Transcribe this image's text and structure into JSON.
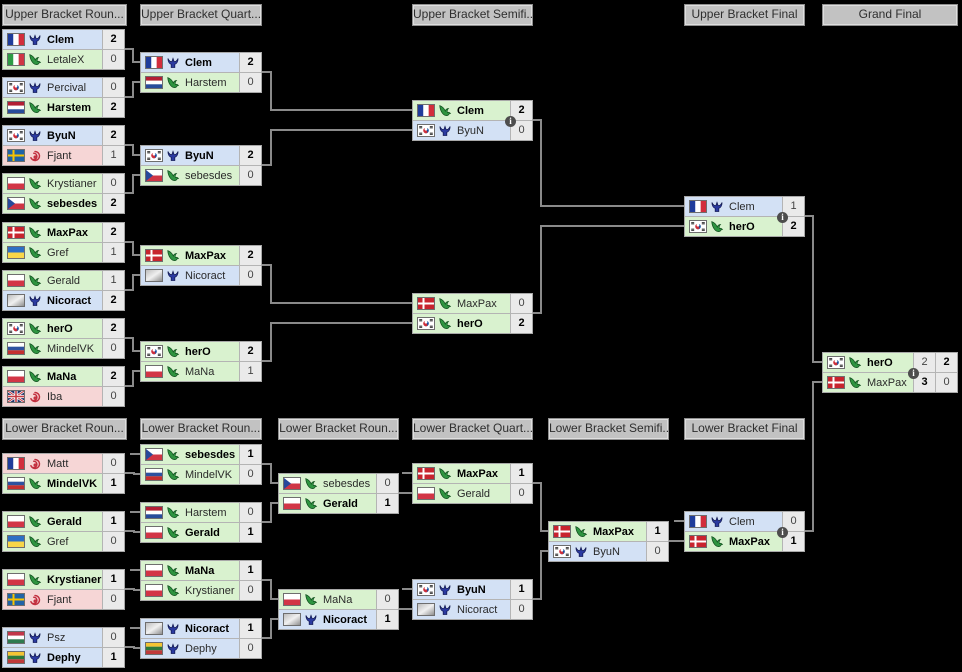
{
  "headers": {
    "ub_r1": "Upper Bracket Roun...",
    "ub_qf": "Upper Bracket Quart...",
    "ub_sf": "Upper Bracket Semifi...",
    "ub_f": "Upper Bracket Final",
    "gf": "Grand Final",
    "lb_r1": "Lower Bracket Roun...",
    "lb_r2": "Lower Bracket Roun...",
    "lb_r3": "Lower Bracket Roun...",
    "lb_qf": "Lower Bracket Quart...",
    "lb_sf": "Lower Bracket Semifi...",
    "lb_f": "Lower Bracket Final"
  },
  "colors": {
    "background": "#000000",
    "terran_row": "#d3e1f5",
    "protoss_row": "#d9f2cf",
    "random_row": "#f6d6d6",
    "score_cell": "#eaeaea",
    "connector": "#8a8a8a",
    "header_bg": "#c2c2c2",
    "info_icon": "#4d4d4d"
  },
  "info_icon_glyph": "i",
  "matches": {
    "ub_r1_m1": {
      "info": false,
      "players": [
        {
          "name": "Clem",
          "flag": "fr",
          "race": "terran",
          "winner": true,
          "scores": [
            "2"
          ],
          "score_bold": [
            true
          ]
        },
        {
          "name": "LetaleX",
          "flag": "it",
          "race": "protoss",
          "winner": false,
          "scores": [
            "0"
          ],
          "score_bold": [
            false
          ]
        }
      ]
    },
    "ub_r1_m2": {
      "info": false,
      "players": [
        {
          "name": "Percival",
          "flag": "kr",
          "race": "terran",
          "winner": false,
          "scores": [
            "0"
          ],
          "score_bold": [
            false
          ]
        },
        {
          "name": "Harstem",
          "flag": "nl",
          "race": "protoss",
          "winner": true,
          "scores": [
            "2"
          ],
          "score_bold": [
            true
          ]
        }
      ]
    },
    "ub_r1_m3": {
      "info": false,
      "players": [
        {
          "name": "ByuN",
          "flag": "kr",
          "race": "terran",
          "winner": true,
          "scores": [
            "2"
          ],
          "score_bold": [
            true
          ]
        },
        {
          "name": "Fjant",
          "flag": "se",
          "race": "random",
          "winner": false,
          "scores": [
            "1"
          ],
          "score_bold": [
            false
          ]
        }
      ]
    },
    "ub_r1_m4": {
      "info": false,
      "players": [
        {
          "name": "Krystianer",
          "flag": "pl",
          "race": "protoss",
          "winner": false,
          "scores": [
            "0"
          ],
          "score_bold": [
            false
          ]
        },
        {
          "name": "sebesdes",
          "flag": "cz",
          "race": "protoss",
          "winner": true,
          "scores": [
            "2"
          ],
          "score_bold": [
            true
          ]
        }
      ]
    },
    "ub_r1_m5": {
      "info": false,
      "players": [
        {
          "name": "MaxPax",
          "flag": "dk",
          "race": "protoss",
          "winner": true,
          "scores": [
            "2"
          ],
          "score_bold": [
            true
          ]
        },
        {
          "name": "Gref",
          "flag": "ua",
          "race": "protoss",
          "winner": false,
          "scores": [
            "1"
          ],
          "score_bold": [
            false
          ]
        }
      ]
    },
    "ub_r1_m6": {
      "info": false,
      "players": [
        {
          "name": "Gerald",
          "flag": "pl",
          "race": "protoss",
          "winner": false,
          "scores": [
            "1"
          ],
          "score_bold": [
            false
          ]
        },
        {
          "name": "Nicoract",
          "flag": "xx",
          "race": "terran",
          "winner": true,
          "scores": [
            "2"
          ],
          "score_bold": [
            true
          ]
        }
      ]
    },
    "ub_r1_m7": {
      "info": false,
      "players": [
        {
          "name": "herO",
          "flag": "kr",
          "race": "protoss",
          "winner": true,
          "scores": [
            "2"
          ],
          "score_bold": [
            true
          ]
        },
        {
          "name": "MindelVK",
          "flag": "ru",
          "race": "protoss",
          "winner": false,
          "scores": [
            "0"
          ],
          "score_bold": [
            false
          ]
        }
      ]
    },
    "ub_r1_m8": {
      "info": false,
      "players": [
        {
          "name": "MaNa",
          "flag": "pl",
          "race": "protoss",
          "winner": true,
          "scores": [
            "2"
          ],
          "score_bold": [
            true
          ]
        },
        {
          "name": "Iba",
          "flag": "gb",
          "race": "random",
          "winner": false,
          "scores": [
            "0"
          ],
          "score_bold": [
            false
          ]
        }
      ]
    },
    "ub_qf_m1": {
      "info": false,
      "players": [
        {
          "name": "Clem",
          "flag": "fr",
          "race": "terran",
          "winner": true,
          "scores": [
            "2"
          ],
          "score_bold": [
            true
          ]
        },
        {
          "name": "Harstem",
          "flag": "nl",
          "race": "protoss",
          "winner": false,
          "scores": [
            "0"
          ],
          "score_bold": [
            false
          ]
        }
      ]
    },
    "ub_qf_m2": {
      "info": false,
      "players": [
        {
          "name": "ByuN",
          "flag": "kr",
          "race": "terran",
          "winner": true,
          "scores": [
            "2"
          ],
          "score_bold": [
            true
          ]
        },
        {
          "name": "sebesdes",
          "flag": "cz",
          "race": "protoss",
          "winner": false,
          "scores": [
            "0"
          ],
          "score_bold": [
            false
          ]
        }
      ]
    },
    "ub_qf_m3": {
      "info": false,
      "players": [
        {
          "name": "MaxPax",
          "flag": "dk",
          "race": "protoss",
          "winner": true,
          "scores": [
            "2"
          ],
          "score_bold": [
            true
          ]
        },
        {
          "name": "Nicoract",
          "flag": "xx",
          "race": "terran",
          "winner": false,
          "scores": [
            "0"
          ],
          "score_bold": [
            false
          ]
        }
      ]
    },
    "ub_qf_m4": {
      "info": false,
      "players": [
        {
          "name": "herO",
          "flag": "kr",
          "race": "protoss",
          "winner": true,
          "scores": [
            "2"
          ],
          "score_bold": [
            true
          ]
        },
        {
          "name": "MaNa",
          "flag": "pl",
          "race": "protoss",
          "winner": false,
          "scores": [
            "1"
          ],
          "score_bold": [
            false
          ]
        }
      ]
    },
    "ub_sf_m1": {
      "info": true,
      "players": [
        {
          "name": "Clem",
          "flag": "fr",
          "race": "protoss",
          "winner": true,
          "scores": [
            "2"
          ],
          "score_bold": [
            true
          ]
        },
        {
          "name": "ByuN",
          "flag": "kr",
          "race": "terran",
          "winner": false,
          "scores": [
            "0"
          ],
          "score_bold": [
            false
          ]
        }
      ]
    },
    "ub_sf_m2": {
      "info": false,
      "players": [
        {
          "name": "MaxPax",
          "flag": "dk",
          "race": "protoss",
          "winner": false,
          "scores": [
            "0"
          ],
          "score_bold": [
            false
          ]
        },
        {
          "name": "herO",
          "flag": "kr",
          "race": "protoss",
          "winner": true,
          "scores": [
            "2"
          ],
          "score_bold": [
            true
          ]
        }
      ]
    },
    "ub_f": {
      "info": true,
      "players": [
        {
          "name": "Clem",
          "flag": "fr",
          "race": "terran",
          "winner": false,
          "scores": [
            "1"
          ],
          "score_bold": [
            false
          ]
        },
        {
          "name": "herO",
          "flag": "kr",
          "race": "protoss",
          "winner": true,
          "scores": [
            "2"
          ],
          "score_bold": [
            true
          ]
        }
      ]
    },
    "gf": {
      "info": true,
      "players": [
        {
          "name": "herO",
          "flag": "kr",
          "race": "protoss",
          "winner": true,
          "scores": [
            "2",
            "2"
          ],
          "score_bold": [
            false,
            true
          ]
        },
        {
          "name": "MaxPax",
          "flag": "dk",
          "race": "protoss",
          "winner": false,
          "scores": [
            "3",
            "0"
          ],
          "score_bold": [
            true,
            false
          ]
        }
      ]
    },
    "lb_r1_m1": {
      "info": false,
      "players": [
        {
          "name": "Matt",
          "flag": "fr",
          "race": "random",
          "winner": false,
          "scores": [
            "0"
          ],
          "score_bold": [
            false
          ]
        },
        {
          "name": "MindelVK",
          "flag": "ru",
          "race": "protoss",
          "winner": true,
          "scores": [
            "1"
          ],
          "score_bold": [
            true
          ]
        }
      ]
    },
    "lb_r1_m2": {
      "info": false,
      "players": [
        {
          "name": "Gerald",
          "flag": "pl",
          "race": "protoss",
          "winner": true,
          "scores": [
            "1"
          ],
          "score_bold": [
            true
          ]
        },
        {
          "name": "Gref",
          "flag": "ua",
          "race": "protoss",
          "winner": false,
          "scores": [
            "0"
          ],
          "score_bold": [
            false
          ]
        }
      ]
    },
    "lb_r1_m3": {
      "info": false,
      "players": [
        {
          "name": "Krystianer",
          "flag": "pl",
          "race": "protoss",
          "winner": true,
          "scores": [
            "1"
          ],
          "score_bold": [
            true
          ]
        },
        {
          "name": "Fjant",
          "flag": "se",
          "race": "random",
          "winner": false,
          "scores": [
            "0"
          ],
          "score_bold": [
            false
          ]
        }
      ]
    },
    "lb_r1_m4": {
      "info": false,
      "players": [
        {
          "name": "Psz",
          "flag": "hu",
          "race": "terran",
          "winner": false,
          "scores": [
            "0"
          ],
          "score_bold": [
            false
          ]
        },
        {
          "name": "Dephy",
          "flag": "lt",
          "race": "terran",
          "winner": true,
          "scores": [
            "1"
          ],
          "score_bold": [
            true
          ]
        }
      ]
    },
    "lb_r2_m1": {
      "info": false,
      "players": [
        {
          "name": "sebesdes",
          "flag": "cz",
          "race": "protoss",
          "winner": true,
          "scores": [
            "1"
          ],
          "score_bold": [
            true
          ]
        },
        {
          "name": "MindelVK",
          "flag": "ru",
          "race": "protoss",
          "winner": false,
          "scores": [
            "0"
          ],
          "score_bold": [
            false
          ]
        }
      ]
    },
    "lb_r2_m2": {
      "info": false,
      "players": [
        {
          "name": "Harstem",
          "flag": "nl",
          "race": "protoss",
          "winner": false,
          "scores": [
            "0"
          ],
          "score_bold": [
            false
          ]
        },
        {
          "name": "Gerald",
          "flag": "pl",
          "race": "protoss",
          "winner": true,
          "scores": [
            "1"
          ],
          "score_bold": [
            true
          ]
        }
      ]
    },
    "lb_r2_m3": {
      "info": false,
      "players": [
        {
          "name": "MaNa",
          "flag": "pl",
          "race": "protoss",
          "winner": true,
          "scores": [
            "1"
          ],
          "score_bold": [
            true
          ]
        },
        {
          "name": "Krystianer",
          "flag": "pl",
          "race": "protoss",
          "winner": false,
          "scores": [
            "0"
          ],
          "score_bold": [
            false
          ]
        }
      ]
    },
    "lb_r2_m4": {
      "info": false,
      "players": [
        {
          "name": "Nicoract",
          "flag": "xx",
          "race": "terran",
          "winner": true,
          "scores": [
            "1"
          ],
          "score_bold": [
            true
          ]
        },
        {
          "name": "Dephy",
          "flag": "lt",
          "race": "terran",
          "winner": false,
          "scores": [
            "0"
          ],
          "score_bold": [
            false
          ]
        }
      ]
    },
    "lb_r3_m1": {
      "info": false,
      "players": [
        {
          "name": "sebesdes",
          "flag": "cz",
          "race": "protoss",
          "winner": false,
          "scores": [
            "0"
          ],
          "score_bold": [
            false
          ]
        },
        {
          "name": "Gerald",
          "flag": "pl",
          "race": "protoss",
          "winner": true,
          "scores": [
            "1"
          ],
          "score_bold": [
            true
          ]
        }
      ]
    },
    "lb_r3_m2": {
      "info": false,
      "players": [
        {
          "name": "MaNa",
          "flag": "pl",
          "race": "protoss",
          "winner": false,
          "scores": [
            "0"
          ],
          "score_bold": [
            false
          ]
        },
        {
          "name": "Nicoract",
          "flag": "xx",
          "race": "terran",
          "winner": true,
          "scores": [
            "1"
          ],
          "score_bold": [
            true
          ]
        }
      ]
    },
    "lb_qf_m1": {
      "info": false,
      "players": [
        {
          "name": "MaxPax",
          "flag": "dk",
          "race": "protoss",
          "winner": true,
          "scores": [
            "1"
          ],
          "score_bold": [
            true
          ]
        },
        {
          "name": "Gerald",
          "flag": "pl",
          "race": "protoss",
          "winner": false,
          "scores": [
            "0"
          ],
          "score_bold": [
            false
          ]
        }
      ]
    },
    "lb_qf_m2": {
      "info": false,
      "players": [
        {
          "name": "ByuN",
          "flag": "kr",
          "race": "terran",
          "winner": true,
          "scores": [
            "1"
          ],
          "score_bold": [
            true
          ]
        },
        {
          "name": "Nicoract",
          "flag": "xx",
          "race": "terran",
          "winner": false,
          "scores": [
            "0"
          ],
          "score_bold": [
            false
          ]
        }
      ]
    },
    "lb_sf": {
      "info": false,
      "players": [
        {
          "name": "MaxPax",
          "flag": "dk",
          "race": "protoss",
          "winner": true,
          "scores": [
            "1"
          ],
          "score_bold": [
            true
          ]
        },
        {
          "name": "ByuN",
          "flag": "kr",
          "race": "terran",
          "winner": false,
          "scores": [
            "0"
          ],
          "score_bold": [
            false
          ]
        }
      ]
    },
    "lb_f": {
      "info": true,
      "players": [
        {
          "name": "Clem",
          "flag": "fr",
          "race": "terran",
          "winner": false,
          "scores": [
            "0"
          ],
          "score_bold": [
            false
          ]
        },
        {
          "name": "MaxPax",
          "flag": "dk",
          "race": "protoss",
          "winner": true,
          "scores": [
            "1"
          ],
          "score_bold": [
            true
          ]
        }
      ]
    }
  }
}
